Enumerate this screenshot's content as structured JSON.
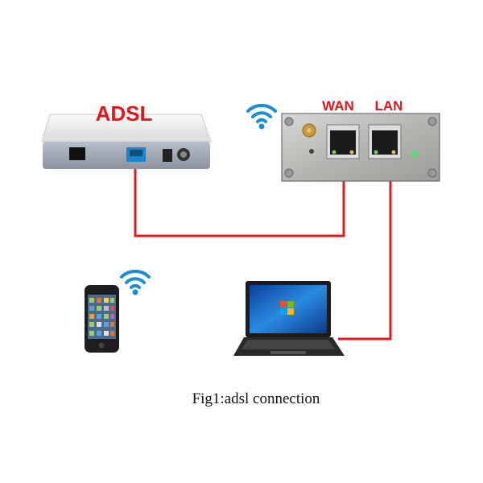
{
  "labels": {
    "adsl": "ADSL",
    "wan": "WAN",
    "lan": "LAN"
  },
  "caption": "Fig1:adsl connection",
  "colors": {
    "cable": "#e01a1f",
    "wifi": "#1a8fd6",
    "label": "#e8141b"
  },
  "icons": [
    "wifi-icon",
    "adsl-modem",
    "wifi-router",
    "smartphone",
    "laptop"
  ]
}
